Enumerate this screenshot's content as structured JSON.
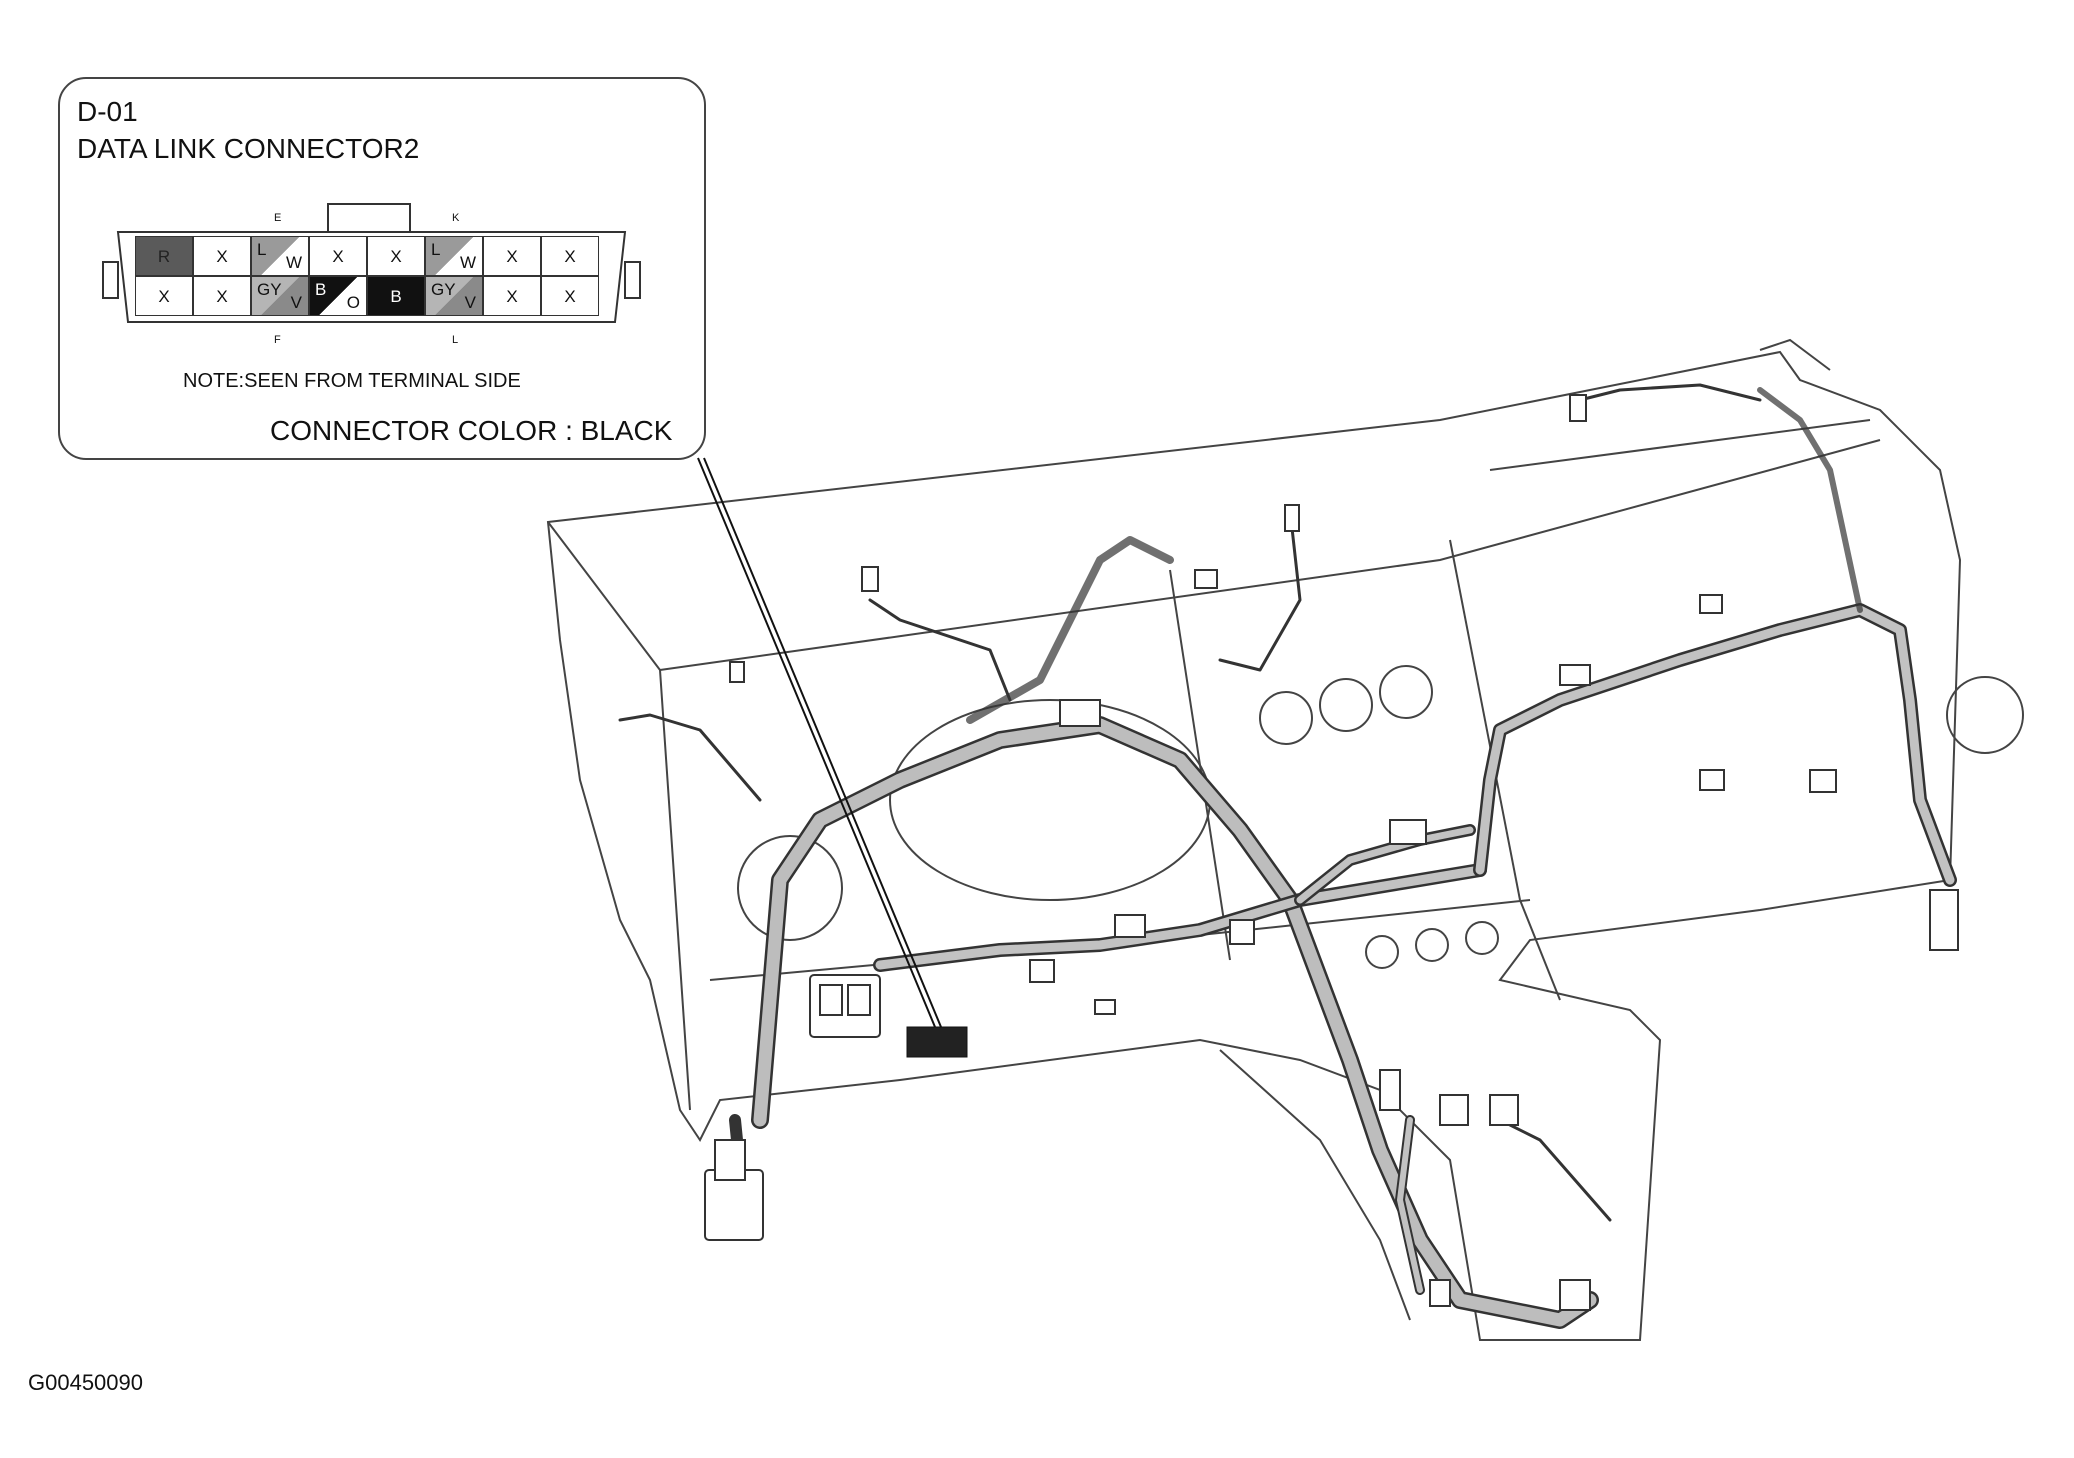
{
  "callout": {
    "connector_code": "D-01",
    "connector_name": "DATA LINK CONNECTOR2",
    "note": "NOTE:SEEN FROM TERMINAL SIDE",
    "connector_color_text": "CONNECTOR COLOR : BLACK",
    "pin_labels": {
      "E": "E",
      "K": "K",
      "F": "F",
      "L": "L"
    },
    "top_row": [
      {
        "wire": "R",
        "fill": "dark"
      },
      {
        "wire": "X",
        "fill": "none"
      },
      {
        "wire": "L",
        "wire2": "W",
        "fill": "split-light"
      },
      {
        "wire": "X",
        "fill": "none"
      },
      {
        "wire": "X",
        "fill": "none"
      },
      {
        "wire": "L",
        "wire2": "W",
        "fill": "split-light"
      },
      {
        "wire": "X",
        "fill": "none"
      },
      {
        "wire": "X",
        "fill": "none"
      }
    ],
    "bottom_row": [
      {
        "wire": "X",
        "fill": "none"
      },
      {
        "wire": "X",
        "fill": "none"
      },
      {
        "wire": "GY",
        "wire2": "V",
        "fill": "split-grey"
      },
      {
        "wire": "B",
        "wire2": "O",
        "fill": "split-black"
      },
      {
        "wire": "B",
        "fill": "black"
      },
      {
        "wire": "GY",
        "wire2": "V",
        "fill": "split-grey"
      },
      {
        "wire": "X",
        "fill": "none"
      },
      {
        "wire": "X",
        "fill": "none"
      }
    ]
  },
  "figure_id": "G00450090",
  "colors": {
    "line": "#333333",
    "harness": "#b8b8b8",
    "dark": "#555555",
    "black": "#111111"
  }
}
